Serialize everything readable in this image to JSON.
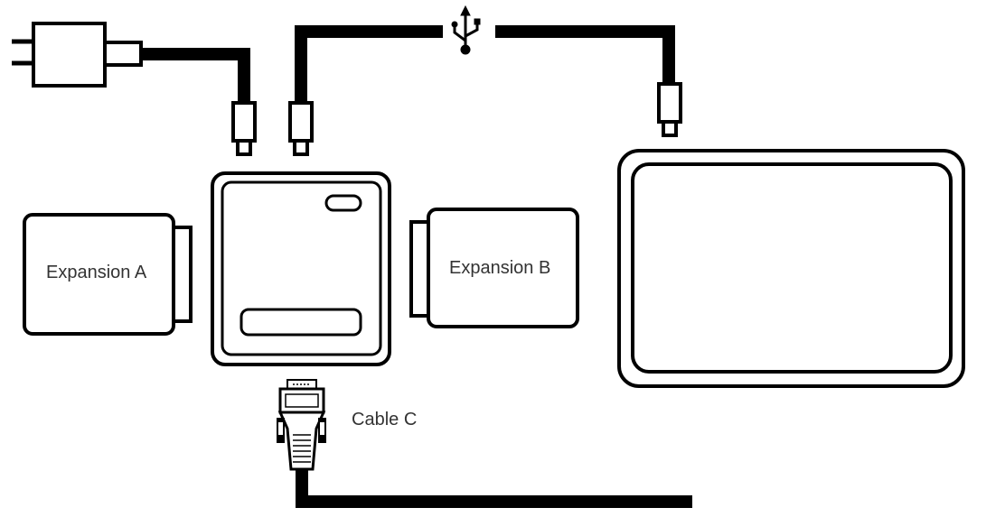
{
  "labels": {
    "expansion_a": "Expansion A",
    "expansion_b": "Expansion B",
    "cable_c": "Cable C"
  },
  "icons": {
    "power_adapter": "power-plug-icon",
    "usb": "usb-icon"
  },
  "colors": {
    "stroke": "#000000",
    "background": "#ffffff",
    "label_text": "#333333"
  }
}
